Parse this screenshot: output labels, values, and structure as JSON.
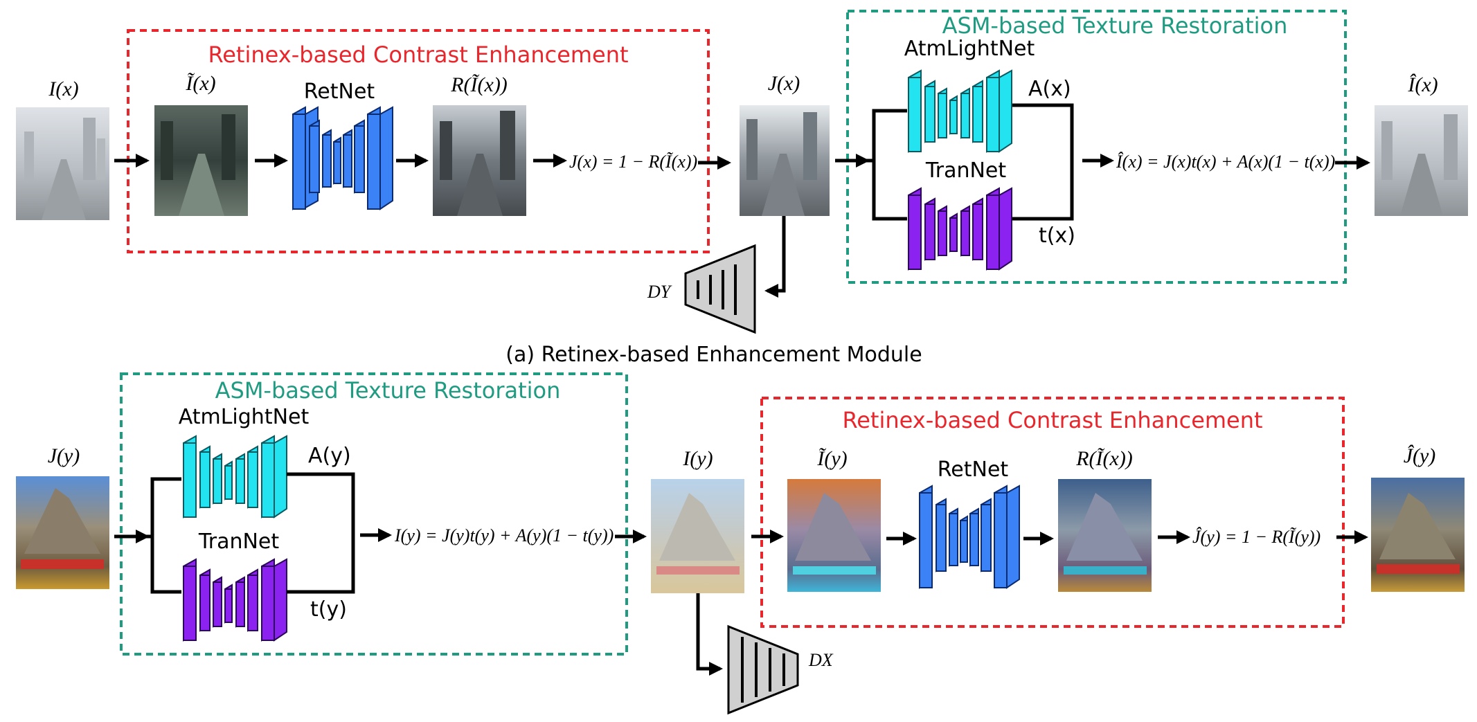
{
  "colors": {
    "red": "#e8262c",
    "teal": "#1f9b82",
    "retnet": "#3b82f6",
    "atmlightnet": "#22e3ef",
    "trannet": "#8b22f0",
    "discriminator": "#d0d0d0"
  },
  "top": {
    "input_label": "I(x)",
    "retinex_title": "Retinex-based Contrast Enhancement",
    "tilde_label": "Ĩ(x)",
    "retnet_label": "RetNet",
    "r_label": "R(Ĩ(x))",
    "j_eq": "J(x) = 1 − R(Ĩ(x))",
    "j_label": "J(x)",
    "asm_title": "ASM-based Texture Restoration",
    "atmlightnet_label": "AtmLightNet",
    "a_label": "A(x)",
    "trannet_label": "TranNet",
    "t_label": "t(x)",
    "out_eq": "Î(x) = J(x)t(x) + A(x)(1 − t(x))",
    "out_label": "Î(x)",
    "disc_label": "DY"
  },
  "caption": "(a) Retinex-based Enhancement Module",
  "bottom": {
    "input_label": "J(y)",
    "asm_title": "ASM-based Texture Restoration",
    "atmlightnet_label": "AtmLightNet",
    "a_label": "A(y)",
    "trannet_label": "TranNet",
    "t_label": "t(y)",
    "i_eq": "I(y) = J(y)t(y) + A(y)(1 − t(y))",
    "i_label": "I(y)",
    "retinex_title": "Retinex-based Contrast Enhancement",
    "tilde_label": "Ĩ(y)",
    "retnet_label": "RetNet",
    "r_label": "R(Ĩ(x))",
    "out_eq": "Ĵ(y) = 1 − R(Ĩ(y))",
    "out_label": "Ĵ(y)",
    "disc_label": "DX"
  }
}
